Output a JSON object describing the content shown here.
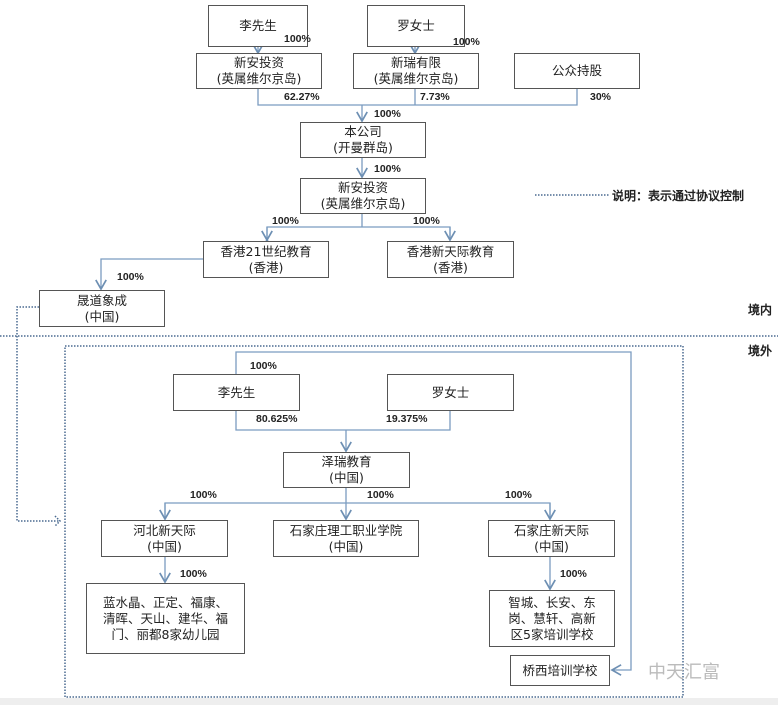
{
  "top": {
    "li": "李先生",
    "luo": "罗女士",
    "xinan_bvi": [
      "新安投资",
      "(英属维尔京岛)"
    ],
    "xinrui": [
      "新瑞有限",
      "(英属维尔京岛)"
    ],
    "public": "公众持股",
    "company": [
      "本公司",
      "(开曼群岛)"
    ],
    "xinan2": [
      "新安投资",
      "(英属维尔京岛)"
    ],
    "hk21": [
      "香港21世纪教育",
      "(香港)"
    ],
    "hknew": [
      "香港新天际教育",
      "(香港)"
    ],
    "shengdao": [
      "晟道象成",
      "(中国)"
    ],
    "pct": {
      "li": "100%",
      "luo": "100%",
      "a": "62.27%",
      "b": "7.73%",
      "c": "30%",
      "company": "100%",
      "xinan2": "100%",
      "hk21": "100%",
      "hknew": "100%",
      "shengdao": "100%"
    }
  },
  "legend": "说明：表示通过协议控制",
  "domestic": "境内",
  "overseas": "境外",
  "bottom": {
    "li": "李先生",
    "luo": "罗女士",
    "zerui": [
      "泽瑞教育",
      "(中国)"
    ],
    "hebei": [
      "河北新天际",
      "(中国)"
    ],
    "sjzlg": [
      "石家庄理工职业学院",
      "(中国)"
    ],
    "sjzxtj": [
      "石家庄新天际",
      "(中国)"
    ],
    "kinder": [
      "蓝水晶、正定、福康、",
      "清晖、天山、建华、福",
      "门、丽都8家幼儿园"
    ],
    "schools": [
      "智城、长安、东",
      "岗、慧轩、高新",
      "区5家培训学校"
    ],
    "qiaoxi": "桥西培训学校",
    "pct": {
      "li_top": "100%",
      "li": "80.625%",
      "luo": "19.375%",
      "hebei": "100%",
      "sjzlg": "100%",
      "sjzxtj": "100%",
      "kinder": "100%",
      "schools": "100%"
    }
  },
  "watermark": "中天汇富"
}
